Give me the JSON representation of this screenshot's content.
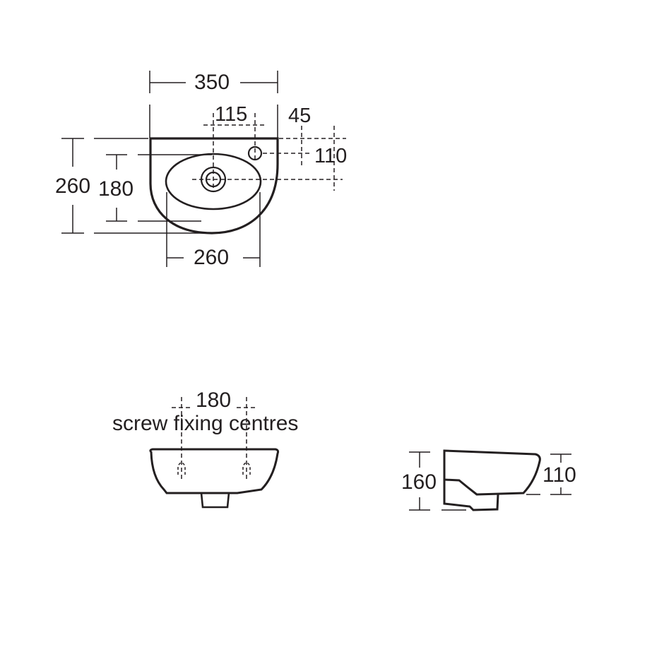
{
  "colors": {
    "line": "#231f20",
    "background": "#ffffff"
  },
  "plan_view": {
    "overall_width": "350",
    "tap_hole_offset": "115",
    "tap_hole_from_edge": "45",
    "tap_hole_depth": "110",
    "overall_depth": "260",
    "bowl_depth": "180",
    "bowl_width": "260"
  },
  "front_view": {
    "screw_centres_value": "180",
    "screw_centres_label": "screw fixing centres"
  },
  "side_view": {
    "overall_height": "160",
    "rim_height": "110"
  }
}
